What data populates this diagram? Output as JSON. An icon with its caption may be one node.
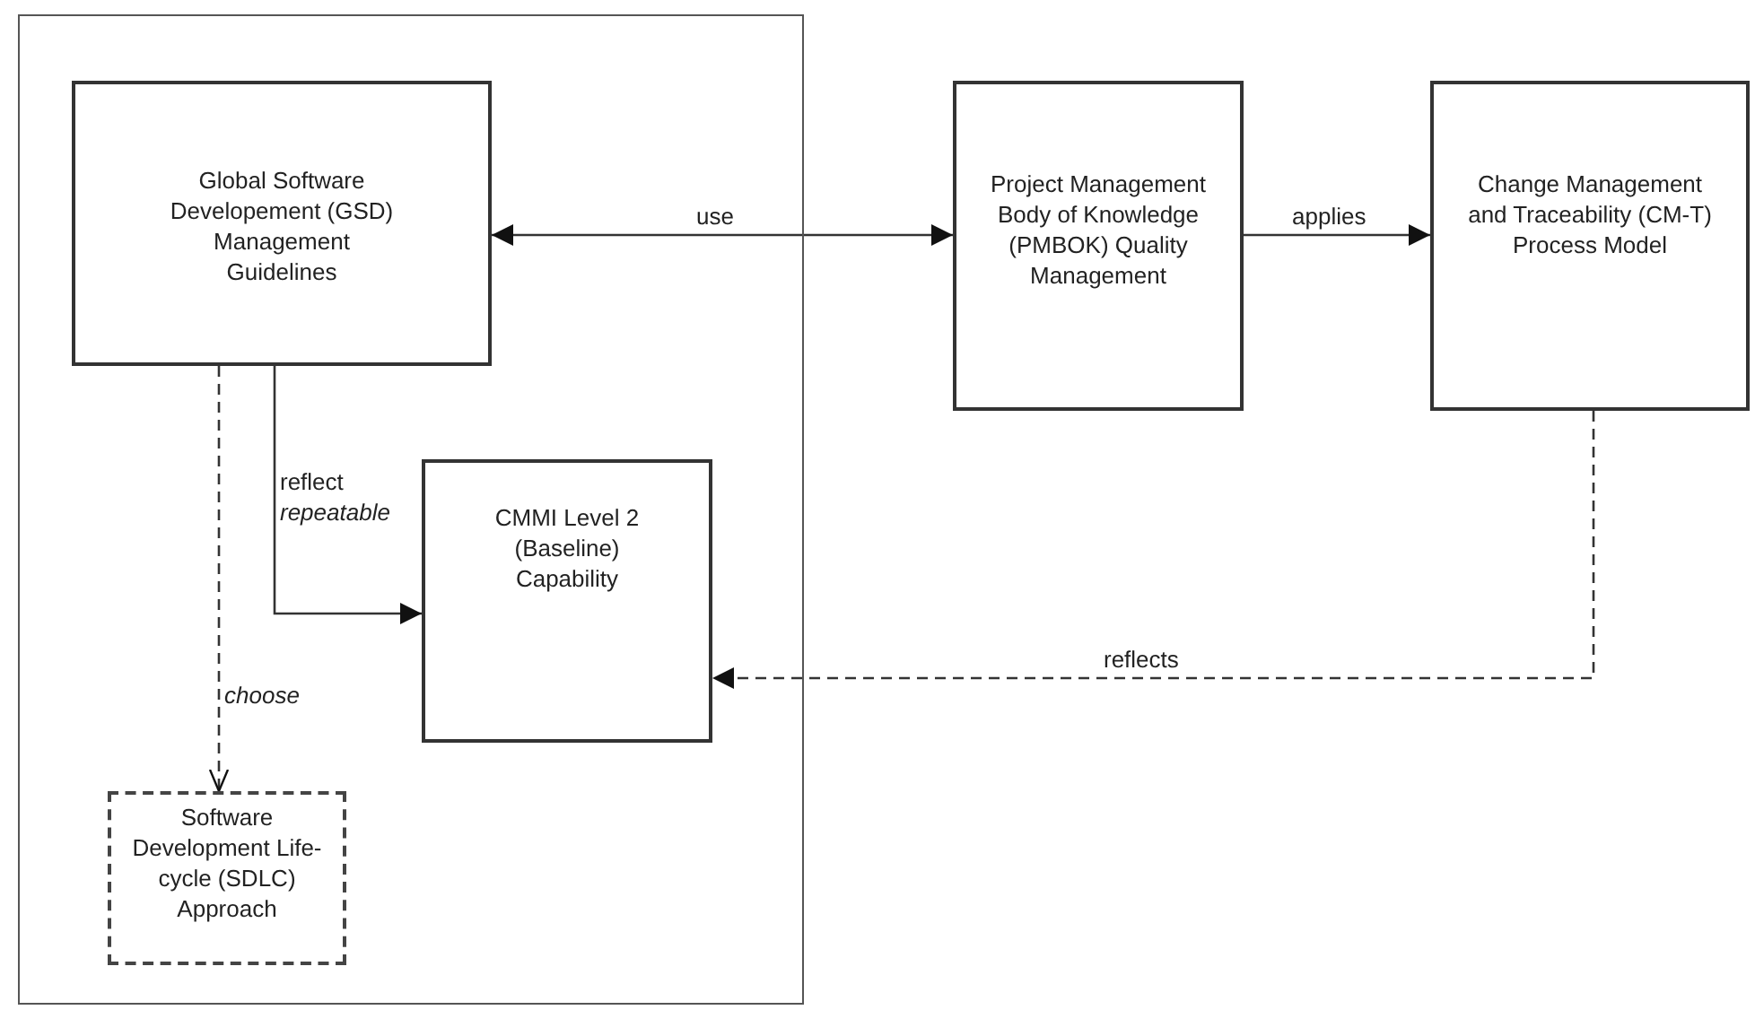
{
  "diagram": {
    "nodes": [
      {
        "text": [],
        "shape": "box"
      },
      {
        "text": [
          "Global Software Developement (GSD) Management Guidelines"
        ],
        "in": 0
      },
      {
        "text": [
          "Project Management Body of Knowledge (PMBOK) Quality Management"
        ]
      },
      {
        "text": [
          "Change Management and Traceability (CM-T) Process Model"
        ]
      },
      {
        "text": [
          "CMMI Level 2 (Baseline) Capability"
        ],
        "in": 0
      },
      {
        "text": [
          "Software Development Life-cycle (SDLC) Approach"
        ],
        "in": 0
      }
    ],
    "edges": [
      {
        "from": 1,
        "to": 2,
        "arrow": "both",
        "label": "use"
      },
      {
        "from": 2,
        "to": 3,
        "arrow": "to",
        "label": "applies"
      },
      {
        "from": 1,
        "to": 4,
        "arrow": "to",
        "label": "reflect *repeatable*"
      },
      {
        "from": 1,
        "to": 5,
        "arrow": "to",
        "label": "choose",
        "style": "dashed"
      },
      {
        "from": 3,
        "to": 4,
        "arrow": "to",
        "label": "reflects",
        "style": "dashed"
      }
    ]
  }
}
